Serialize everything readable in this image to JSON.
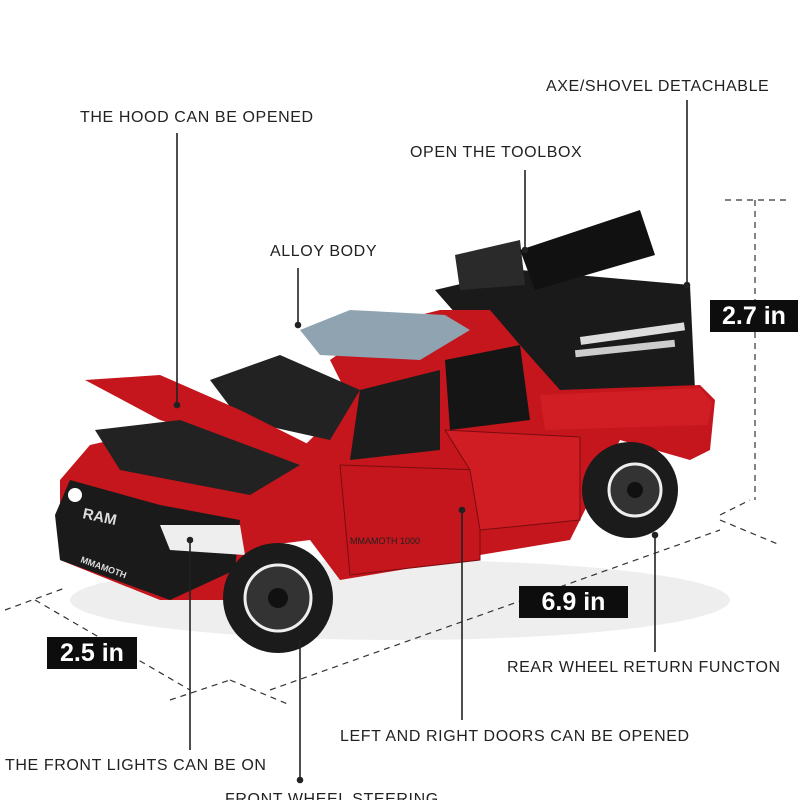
{
  "labels": {
    "hood": "THE HOOD CAN BE OPENED",
    "toolbox": "OPEN THE TOOLBOX",
    "axe": "AXE/SHOVEL DETACHABLE",
    "alloy": "ALLOY BODY",
    "rear_wheel": "REAR WHEEL RETURN FUNCTON",
    "doors": "LEFT AND RIGHT DOORS CAN BE OPENED",
    "lights": "THE FRONT LIGHTS CAN BE ON",
    "steering": "FRONT WHEEL STEERING"
  },
  "dimensions": {
    "height": "2.7 in",
    "length": "6.9 in",
    "width": "2.5 in"
  },
  "truck_lettering": {
    "grille": "RAM",
    "bumper": "MMAMOTH",
    "side": "MMAMOTH 1000"
  },
  "colors": {
    "body": "#c4161c",
    "trim": "#1a1a1a"
  }
}
